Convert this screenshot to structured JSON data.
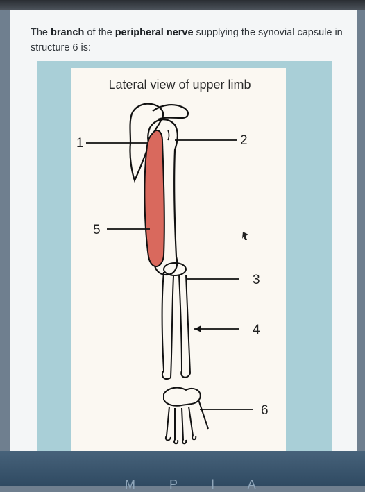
{
  "question": {
    "part1": "The ",
    "bold1": "branch",
    "part2": " of the ",
    "bold2": "peripheral nerve",
    "part3": " supplying the synovial capsule in structure 6 is:"
  },
  "figure": {
    "title": "Lateral view of upper limb",
    "labels": {
      "l1": "1",
      "l2": "2",
      "l3": "3",
      "l4": "4",
      "l5": "5",
      "l6": "6"
    }
  },
  "bottom_bar": {
    "text": "M  P  l  A"
  },
  "colors": {
    "muscle": "#d9695d",
    "panel_bg": "#a9cfd7",
    "card_bg": "#f4f6f7"
  }
}
